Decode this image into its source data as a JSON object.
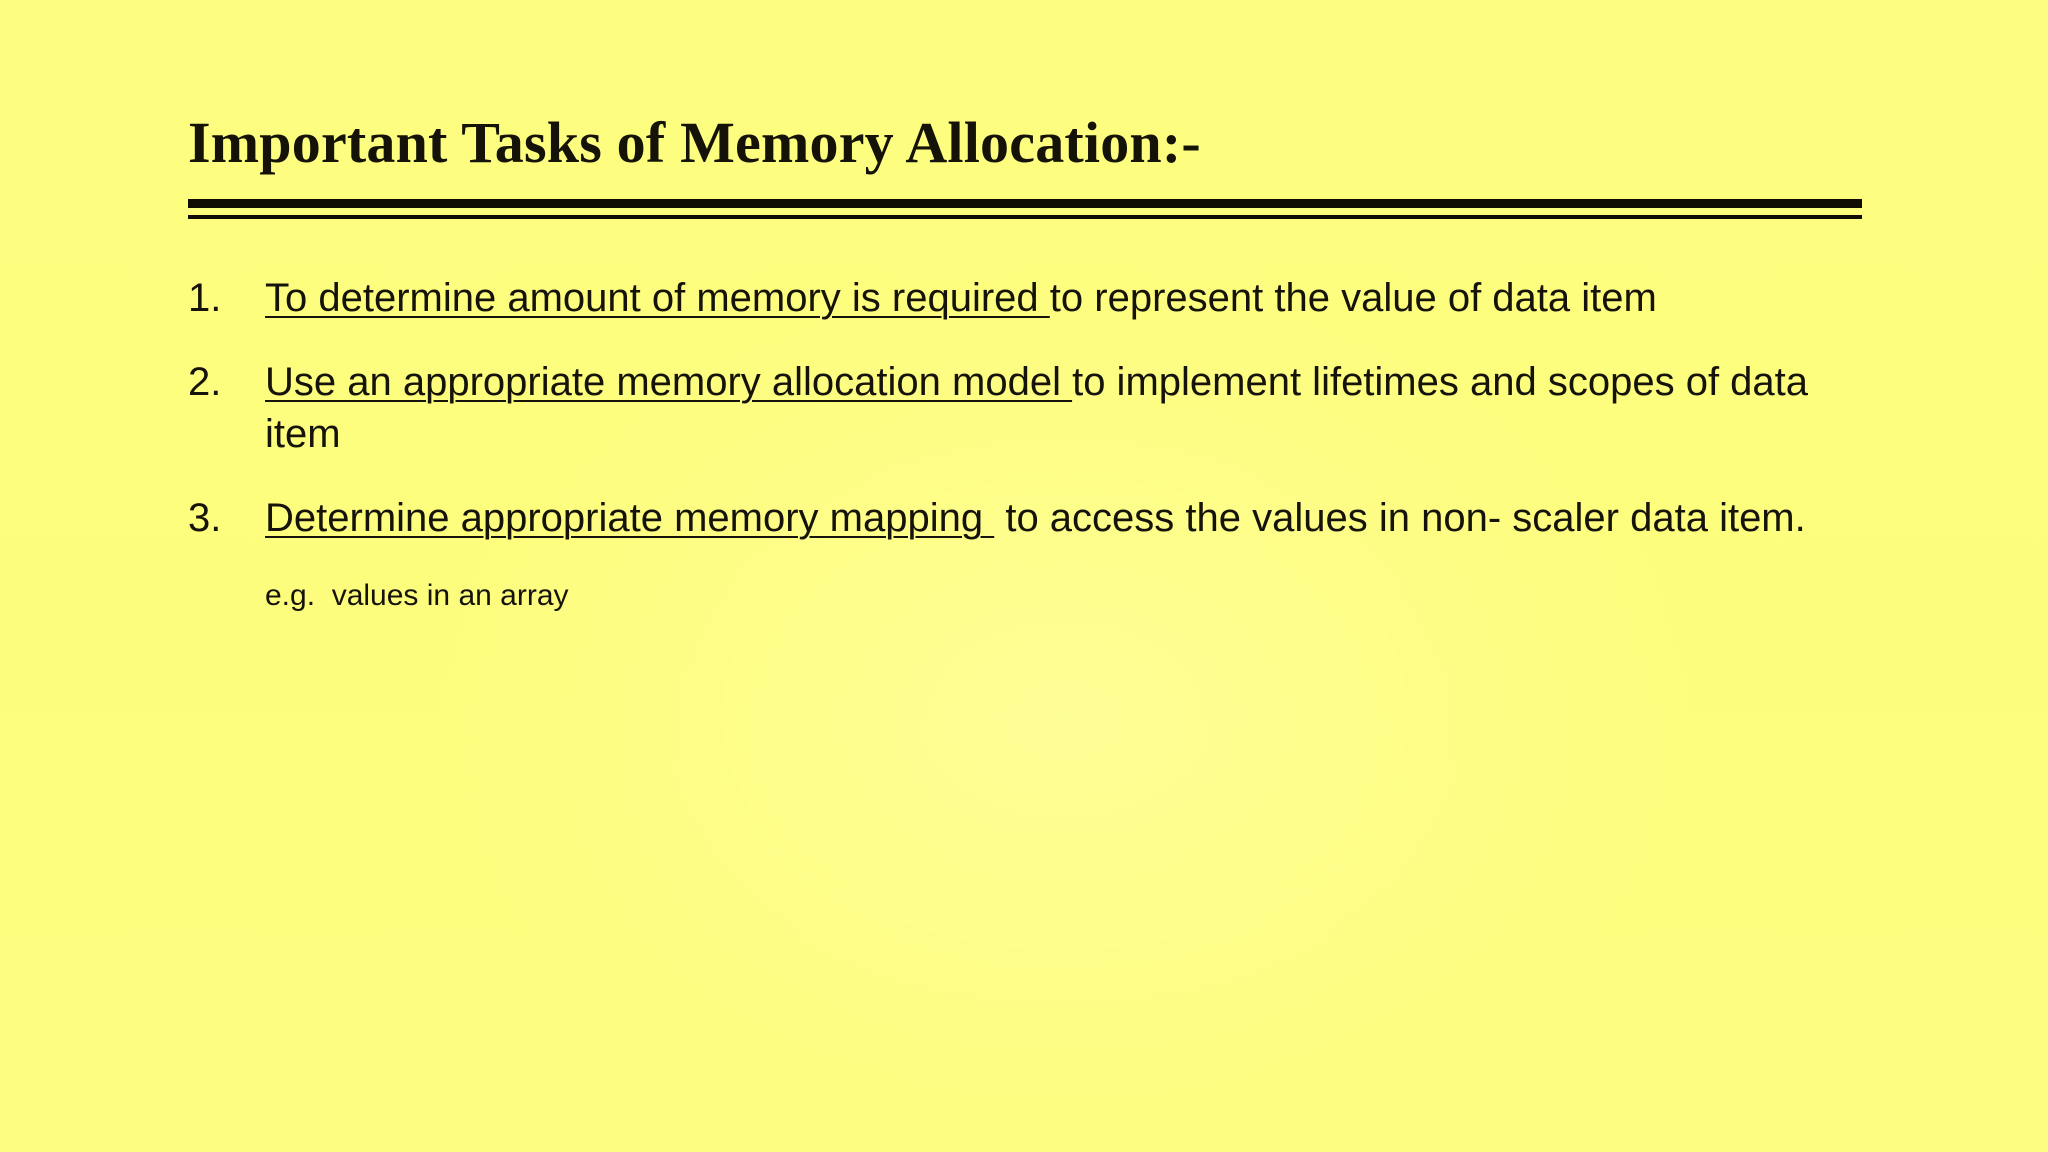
{
  "slide": {
    "background_color": "#fdfd80",
    "text_color": "#16130a",
    "rule_color": "#100d05",
    "title": "Important Tasks of Memory Allocation:-"
  },
  "list": {
    "items": [
      {
        "number": "1.",
        "lead": "To determine amount of memory is required ",
        "rest": "to represent the value of data item"
      },
      {
        "number": "2.",
        "lead": "Use an appropriate memory allocation model ",
        "rest": "to implement lifetimes and scopes of data item"
      },
      {
        "number": "3.",
        "lead": "Determine appropriate memory mapping ",
        "rest": " to access the values in non- scaler data item."
      }
    ],
    "example_note": "e.g.  values in an array"
  }
}
